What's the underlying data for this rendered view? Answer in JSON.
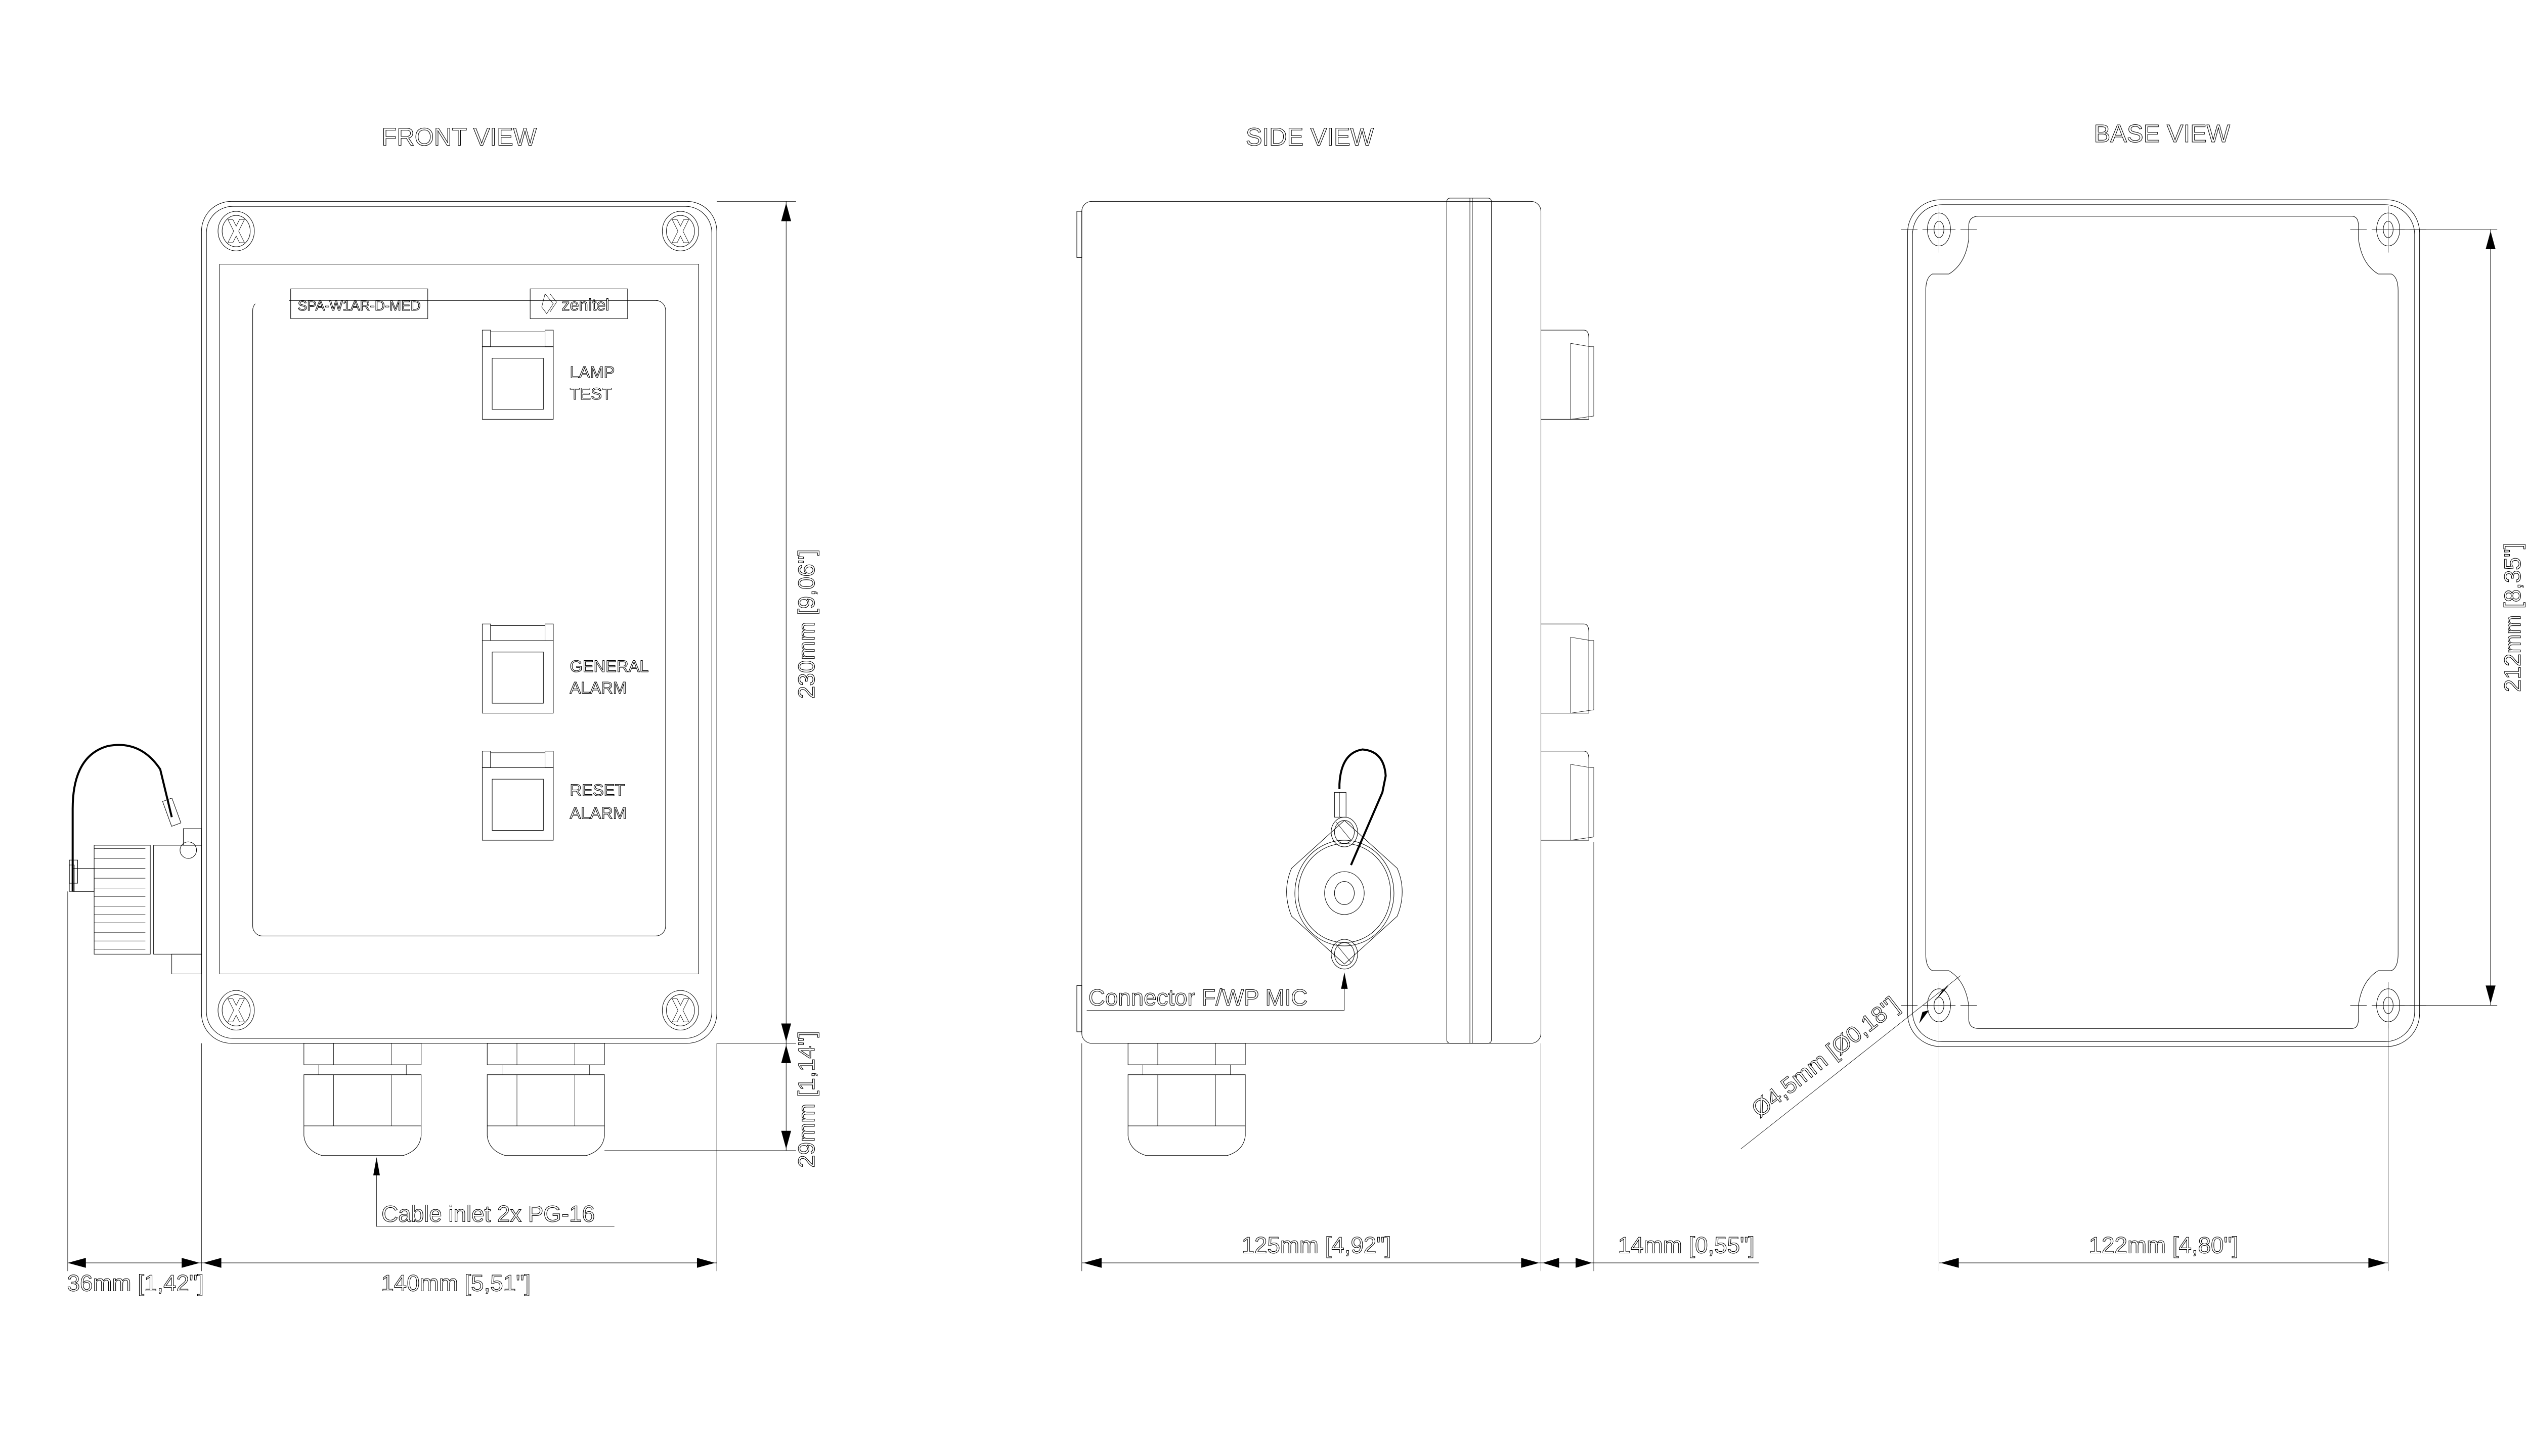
{
  "drawing": {
    "views": {
      "front": {
        "title": "FRONT VIEW",
        "model_label": "SPA-W1AR-D-MED",
        "brand": "zenitel",
        "buttons": [
          {
            "line1": "LAMP",
            "line2": "TEST"
          },
          {
            "line1": "GENERAL",
            "line2": "ALARM"
          },
          {
            "line1": "RESET",
            "line2": "ALARM"
          }
        ],
        "callout": "Cable inlet 2x PG-16",
        "dimensions": {
          "connector_depth": "36mm [1,42\"]",
          "width": "140mm [5,51\"]",
          "height": "230mm [9,06\"]",
          "gland_length": "29mm [1,14\"]"
        }
      },
      "side": {
        "title": "SIDE VIEW",
        "callout": "Connector F/WP MIC",
        "dimensions": {
          "depth": "125mm [4,92\"]",
          "button_protrusion": "14mm [0,55\"]"
        }
      },
      "base": {
        "title": "BASE VIEW",
        "dimensions": {
          "hole_spacing_horizontal": "122mm [4,80\"]",
          "hole_spacing_vertical": "212mm [8,35\"]",
          "hole_diameter": "Ø4,5mm [Ø0,18\"]"
        }
      }
    },
    "colors": {
      "line": "#000000",
      "background": "#ffffff"
    }
  }
}
